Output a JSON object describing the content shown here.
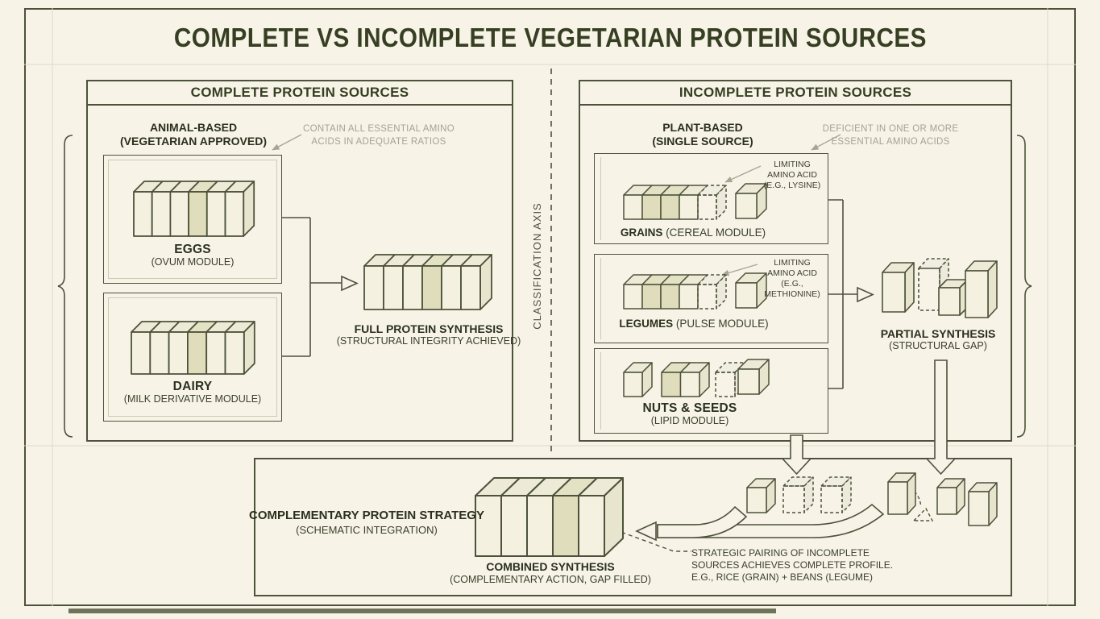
{
  "colors": {
    "background": "#f7f4e7",
    "line_dark": "#4d523a",
    "title_green": "#373f23",
    "text_dark": "#2b301c",
    "annotation_gray": "#a6a292",
    "cube_shade": "#dfddbb",
    "footer_bar": "#6e725a"
  },
  "title": "COMPLETE VS INCOMPLETE VEGETARIAN PROTEIN SOURCES",
  "classification_axis": "CLASSIFICATION AXIS",
  "left_panel": {
    "header": "COMPLETE PROTEIN SOURCES",
    "category": "ANIMAL-BASED",
    "category_sub": "(VEGETARIAN APPROVED)",
    "note1": "CONTAIN ALL ESSENTIAL AMINO",
    "note2": "ACIDS IN ADEQUATE RATIOS",
    "eggs": {
      "name": "EGGS",
      "sub": "(OVUM MODULE)"
    },
    "dairy": {
      "name": "DAIRY",
      "sub": "(MILK DERIVATIVE MODULE)"
    },
    "result": {
      "name": "FULL PROTEIN SYNTHESIS",
      "sub": "(STRUCTURAL INTEGRITY ACHIEVED)"
    }
  },
  "right_panel": {
    "header": "INCOMPLETE PROTEIN SOURCES",
    "category": "PLANT-BASED",
    "category_sub": "(SINGLE SOURCE)",
    "note1": "DEFICIENT IN ONE OR MORE",
    "note2": "ESSENTIAL AMINO ACIDS",
    "grains": {
      "name": "GRAINS",
      "sub": "(CEREAL MODULE)",
      "lim1": "LIMITING",
      "lim2": "AMINO ACID",
      "lim3": "(E.G., LYSINE)"
    },
    "legumes": {
      "name": "LEGUMES",
      "sub": "(PULSE MODULE)",
      "lim1": "LIMITING",
      "lim2": "AMINO ACID",
      "lim3": "(E.G.,",
      "lim4": "METHIONINE)"
    },
    "nuts": {
      "name": "NUTS & SEEDS",
      "sub": "(LIPID MODULE)"
    },
    "result": {
      "name": "PARTIAL SYNTHESIS",
      "sub": "(STRUCTURAL GAP)"
    }
  },
  "bottom_panel": {
    "strategy": "COMPLEMENTARY PROTEIN STRATEGY",
    "strategy_sub": "(SCHEMATIC INTEGRATION)",
    "result": "COMBINED SYNTHESIS",
    "result_sub": "(COMPLEMENTARY ACTION, GAP FILLED)",
    "note1": "STRATEGIC PAIRING OF INCOMPLETE",
    "note2": "SOURCES ACHIEVES COMPLETE PROFILE.",
    "note3": "E.G., RICE (GRAIN) + BEANS (LEGUME)"
  }
}
